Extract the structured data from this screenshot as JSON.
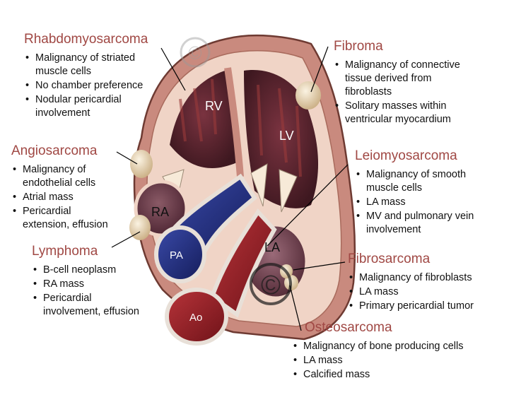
{
  "figure": {
    "chamber_labels": {
      "rv": "RV",
      "lv": "LV",
      "ra": "RA",
      "la": "LA",
      "pa": "PA",
      "ao": "Ao"
    },
    "tumors": [
      {
        "title": "Rhabdomyosarcoma",
        "bullets": [
          "Malignancy of striated\nmuscle cells",
          "No chamber preference",
          "Nodular pericardial\ninvolvement"
        ]
      },
      {
        "title": "Fibroma",
        "bullets": [
          "Malignancy of connective\ntissue derived from\nfibroblasts",
          "Solitary masses within\nventricular myocardium"
        ]
      },
      {
        "title": "Angiosarcoma",
        "bullets": [
          "Malignancy of\nendothelial cells",
          "Atrial mass",
          "Pericardial\nextension, effusion"
        ]
      },
      {
        "title": "Leiomyosarcoma",
        "bullets": [
          "Malignancy of smooth\nmuscle cells",
          "LA mass",
          "MV and pulmonary vein\ninvolvement"
        ]
      },
      {
        "title": "Lymphoma",
        "bullets": [
          "B-cell neoplasm",
          "RA mass",
          "Pericardial\ninvolvement, effusion"
        ]
      },
      {
        "title": "Fibrosarcoma",
        "bullets": [
          "Malignancy of fibroblasts",
          "LA mass",
          "Primary pericardial tumor"
        ]
      },
      {
        "title": "Osteosarcoma",
        "bullets": [
          "Malignancy of bone producing cells",
          "LA mass",
          "Calcified mass"
        ]
      }
    ],
    "watermark_symbol": "©",
    "colors": {
      "title": "#a04844",
      "text": "#111111",
      "myocardium": "#c98a7e",
      "endocardium": "#f0d4c6",
      "cavity": "#5a2630",
      "pulmonary_artery": "#1e2a78",
      "aorta": "#8e1e24",
      "tumor": "#e9d9ba"
    }
  }
}
